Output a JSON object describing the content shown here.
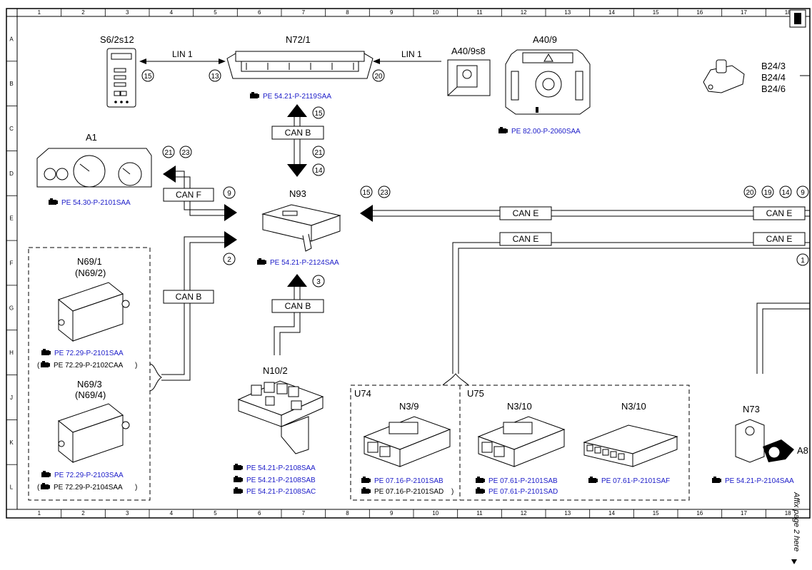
{
  "grid": {
    "cols": [
      "1",
      "2",
      "3",
      "4",
      "5",
      "6",
      "7",
      "8",
      "9",
      "10",
      "11",
      "12",
      "13",
      "14",
      "15",
      "16",
      "17",
      "18"
    ],
    "rows": [
      "A",
      "B",
      "C",
      "D",
      "E",
      "F",
      "G",
      "H",
      "J",
      "K",
      "L"
    ]
  },
  "components": {
    "s6": "S6/2s12",
    "n72": "N72/1",
    "a40_9s8": "A40/9s8",
    "a40_9": "A40/9",
    "b24_3": "B24/3",
    "b24_4": "B24/4",
    "b24_6": "B24/6",
    "a1": "A1",
    "n93": "N93",
    "n69_1": "N69/1",
    "n69_2": "(N69/2)",
    "n69_3": "N69/3",
    "n69_4": "(N69/4)",
    "n10_2": "N10/2",
    "u74": "U74",
    "u75": "U75",
    "n3_9": "N3/9",
    "n3_10a": "N3/10",
    "n3_10b": "N3/10",
    "n73": "N73",
    "a8_partial": "A8"
  },
  "refs": {
    "n72": "PE 54.21-P-2119SAA",
    "a40_9": "PE 82.00-P-2060SAA",
    "a1": "PE 54.30-P-2101SAA",
    "n93": "PE 54.21-P-2124SAA",
    "n69_1": "PE 72.29-P-2101SAA",
    "n69_2": "PE 72.29-P-2102CAA",
    "n69_3": "PE 72.29-P-2103SAA",
    "n69_4": "PE 72.29-P-2104SAA",
    "n10_2a": "PE 54.21-P-2108SAA",
    "n10_2b": "PE 54.21-P-2108SAB",
    "n10_2c": "PE 54.21-P-2108SAC",
    "n3_9a": "PE 07.16-P-2101SAB",
    "n3_9b": "PE 07.16-P-2101SAD",
    "n3_10a": "PE 07.61-P-2101SAB",
    "n3_10b": "PE 07.61-P-2101SAD",
    "n3_10c": "PE 07.61-P-2101SAF",
    "n73": "PE 54.21-P-2104SAA"
  },
  "buses": {
    "lin1_left": "LIN 1",
    "lin1_right": "LIN 1",
    "canb_top": "CAN B",
    "canf": "CAN F",
    "canb_left": "CAN B",
    "canb_bottom": "CAN B",
    "cane_1": "CAN E",
    "cane_2": "CAN E",
    "cane_3": "CAN E",
    "cane_4": "CAN E"
  },
  "callouts": {
    "c15_s6": "15",
    "c13_n72": "13",
    "c20_n72": "20",
    "c15_canb": "15",
    "c21_canb": "21",
    "c14_canb": "14",
    "c21_a1": "21",
    "c23_a1": "23",
    "c9_canf": "9",
    "c15_n93": "15",
    "c23_n93": "23",
    "c2_n93": "2",
    "c3_n93": "3",
    "c20_r": "20",
    "c19_r": "19",
    "c14_r": "14",
    "c9_r": "9",
    "c1_r": "1"
  },
  "side_note": "Affix page 2 here",
  "paren_open": "(",
  "paren_close": ")",
  "colors": {
    "reference_link": "#1a1ac8",
    "line": "#000000"
  }
}
